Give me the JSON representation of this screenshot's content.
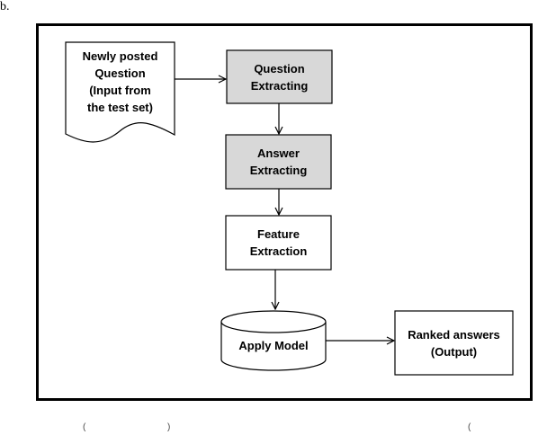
{
  "page_marker": "b.",
  "nodes": {
    "input_doc": "Newly posted\nQuestion\n(Input from\nthe test set)",
    "question_extracting": "Question\nExtracting",
    "answer_extracting": "Answer\nExtracting",
    "feature_extraction": "Feature\nExtraction",
    "apply_model": "Apply Model",
    "ranked_answers": "Ranked answers\n(Output)"
  },
  "footer_marks": [
    "(",
    ")",
    "("
  ],
  "colors": {
    "shaded_fill": "#d8d8d8",
    "stroke": "#000000"
  }
}
